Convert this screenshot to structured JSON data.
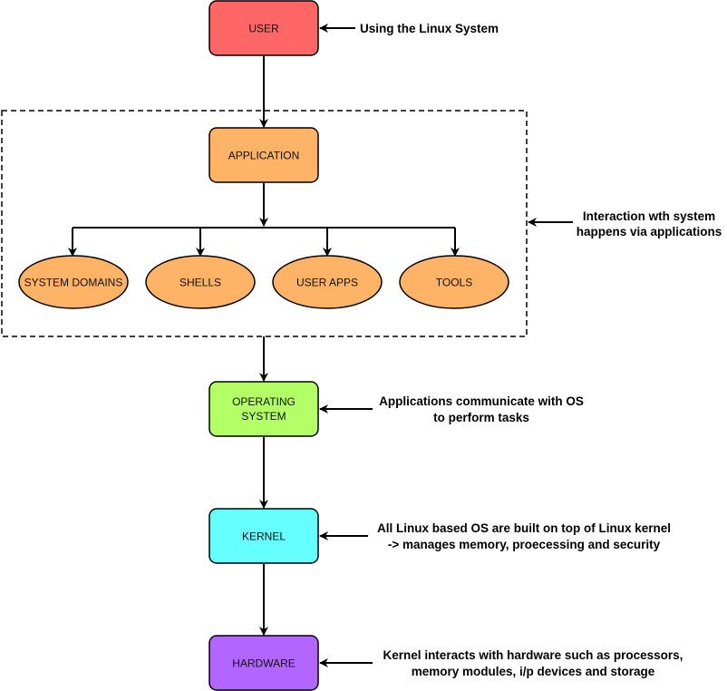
{
  "nodes": {
    "user": {
      "label": "USER",
      "color": "#ff6666"
    },
    "application": {
      "label": "APPLICATION",
      "color": "#ffb366"
    },
    "system_domains": {
      "label": "SYSTEM DOMAINS",
      "color": "#ffb366"
    },
    "shells": {
      "label": "SHELLS",
      "color": "#ffb366"
    },
    "user_apps": {
      "label": "USER APPS",
      "color": "#ffb366"
    },
    "tools": {
      "label": "TOOLS",
      "color": "#ffb366"
    },
    "operating_system": {
      "label_line1": "OPERATING",
      "label_line2": "SYSTEM",
      "color": "#b3ff66"
    },
    "kernel": {
      "label": "KERNEL",
      "color": "#66ffff"
    },
    "hardware": {
      "label": "HARDWARE",
      "color": "#b266ff"
    }
  },
  "notes": {
    "user": {
      "line1": "Using the Linux System"
    },
    "application_group": {
      "line1": "Interaction wth system",
      "line2": "happens via applications"
    },
    "operating_system": {
      "line1": "Applications communicate with OS",
      "line2": "to perform tasks"
    },
    "kernel": {
      "line1": "All Linux based OS are built on top of Linux kernel",
      "line2": "-> manages memory, proecessing and security"
    },
    "hardware": {
      "line1": "Kernel interacts with hardware such as processors,",
      "line2": "memory modules, i/p devices and storage"
    }
  },
  "colors": {
    "stroke": "#000000",
    "background": "#ffffff"
  }
}
